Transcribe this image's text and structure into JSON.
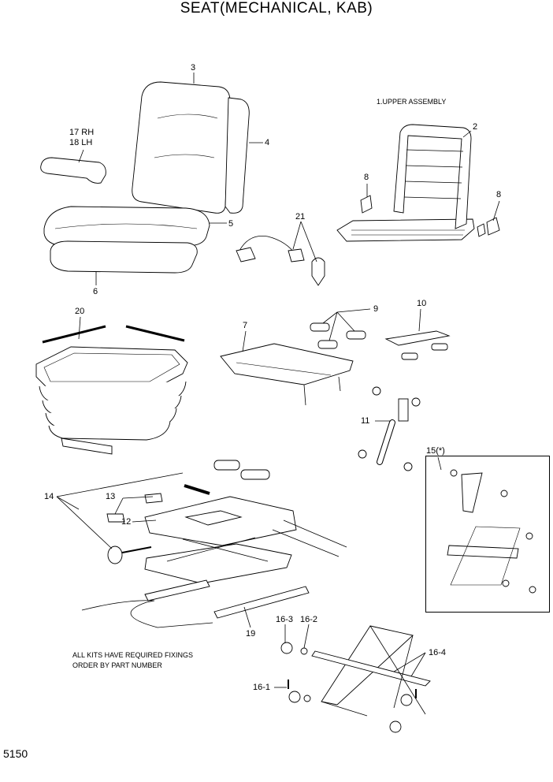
{
  "title": "SEAT(MECHANICAL, KAB)",
  "page_number": "5150",
  "notes": {
    "upper_assembly": "1.UPPER ASSEMBLY",
    "kits_line1": "ALL KITS HAVE REQUIRED FIXINGS",
    "kits_line2": "ORDER BY PART NUMBER"
  },
  "callouts": {
    "c3": "3",
    "c4": "4",
    "c5": "5",
    "c6": "6",
    "c17": "17 RH",
    "c18": "18 LH",
    "c2": "2",
    "c8a": "8",
    "c8b": "8",
    "c21": "21",
    "c20": "20",
    "c7": "7",
    "c9": "9",
    "c10": "10",
    "c11": "11",
    "c15": "15(*)",
    "c14": "14",
    "c13": "13",
    "c12": "12",
    "c19": "19",
    "c16_3": "16-3",
    "c16_2": "16-2",
    "c16_4": "16-4",
    "c16_1": "16-1"
  }
}
